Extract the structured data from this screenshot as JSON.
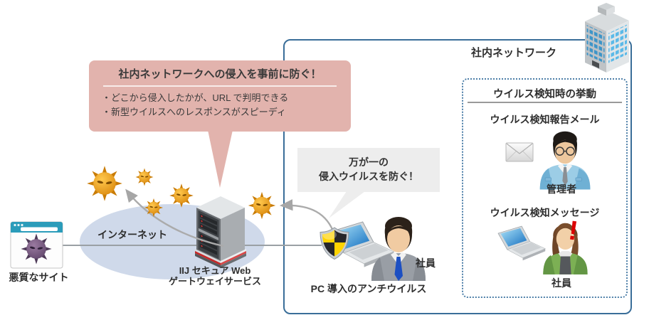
{
  "colors": {
    "network_box_border": "#3a6e99",
    "dotted_panel_border": "#4d7fa8",
    "pink_callout_bg": "#e2b3ad",
    "gray_callout_bg": "#ededed",
    "internet_ellipse": "#cfd9ea",
    "virus_orange": "#e89010",
    "virus_purple": "#6d4f78",
    "alert_red": "#dc0000",
    "server_base_red": "#c62828",
    "browser_bar_teal": "#2b9cba"
  },
  "network_box": {
    "label": "社内ネットワーク"
  },
  "detection_panel": {
    "title": "ウイルス検知時の挙動",
    "mail_title": "ウイルス検知報告メール",
    "mail_person": "管理者",
    "message_title": "ウイルス検知メッセージ",
    "message_person": "社員"
  },
  "pink_callout": {
    "title": "社内ネットワークへの侵入を事前に防ぐ！",
    "bullets": [
      "・どこから侵入したかが、URL で判明できる",
      "・新型ウイルスへのレスポンスがスピーディ"
    ]
  },
  "gray_callout": {
    "line1": "万が一の",
    "line2": "侵入ウイルスを防ぐ！"
  },
  "internet": {
    "label": "インターネット"
  },
  "malicious_site": {
    "label": "悪質なサイト"
  },
  "gateway": {
    "line1": "IIJ セキュア Web",
    "line2": "ゲートウェイサービス"
  },
  "pc": {
    "caption": "PC 導入のアンチウイルス",
    "employee": "社員"
  },
  "alert": {
    "exclamation": "!"
  }
}
